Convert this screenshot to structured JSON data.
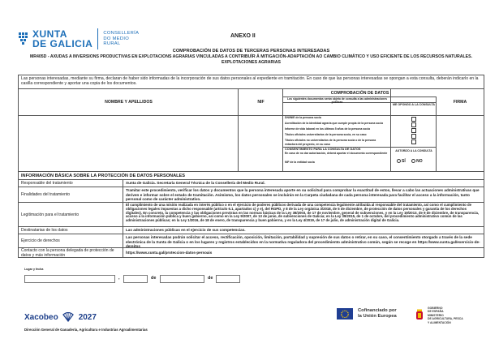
{
  "header": {
    "brand": "XUNTA DE GALICIA",
    "brand_line1": "XUNTA",
    "brand_line2": "DE GALICIA",
    "department_lines": [
      "CONSELLERÍA",
      "DO MEDIO",
      "RURAL"
    ],
    "annex": "ANEXO II"
  },
  "titles": {
    "main": "COMPROBACIÓN DE DATOS DE TERCERAS PERSONAS INTERESADAS",
    "procedure_line1": "MR405D - AXUDAS A INVERSIONS PRODUCTIVAS EN EXPLOTACIONS AGRARIAS VINCULADAS A CONTRIBUÍR Á MITIGACIÓN-ADAPTACIÓN AO CAMBIO CLIMÁTICO Y USO EFICIENTE DE LOS RECURSOS NATURALES.",
    "procedure_line2": "EXPLOTACIONES AGRARIAS"
  },
  "consent_table": {
    "intro": "Las personas interesadas, mediante su firma, declaran de haber sido informadas de la incorporación de sus datos personales al expediente en tramitación. En caso de que las personas interesadas se opongan a esta consulta, deberán indicarlo en la casilla correspondiente y aportar una copia de los documentos.",
    "col_name": "NOMBRE Y APELLIDOS",
    "col_nif": "NIF",
    "col_check": "COMPROBACIÓN DE DATOS",
    "col_check_sub": "Los siguientes documentos serán objeto de consulta a las administraciones públicas",
    "col_oppose": "ME OPONGO A LA CONSULTA",
    "col_sign": "FIRMA",
    "items": [
      "DNI/NIE de la persona socia",
      "Acreditación de la identidad agraria que cumple propia de la persona socia",
      "Informe de vida laboral en los últimos 5 años de la persona socia",
      "Títulos oficiales universitarios de la persona socia, en su caso",
      "Títulos oficiales no universitarios de la persona socia o de la persona redactora del proyecto, en su caso"
    ],
    "consent_title": "CONSENTIMIENTO PARA LA CONSULTA DE DATOS",
    "consent_text": "En caso de no dar autorización, deberá aportar el documento correspondiente",
    "consent_item": "NIF de la entidad socia",
    "authorize": "AUTORIZO A LA CONSULTA",
    "yes": "SÍ",
    "no": "NO"
  },
  "data_protection": {
    "title": "INFORMACIÓN BÁSICA SOBRE LA PROTECCIÓN DE DATOS PERSONALES",
    "rows": [
      {
        "label": "Responsable del tratamiento",
        "value": "Xunta de Galicia. Secretaría General Técnica de la Consellería del Medio Rural."
      },
      {
        "label": "Finalidades del tratamiento",
        "value": "Tramitar este procedimiento, verificar los datos y documentos que la persona interesada aporte en su solicitud para comprobar la exactitud de estos, llevar a cabo las actuaciones administrativas que deriven e informar sobre el estado de tramitación. Asimismo, los datos personales se incluirán en la Carpeta ciudadana de cada persona interesada para facilitar el acceso a la información, tanto personal como de carácter administrativo."
      },
      {
        "label": "Legitimación para el tratamiento",
        "value": "El cumplimiento de una misión realizada en interés público o en el ejercicio de poderes públicos derivada de una competencia legalmente atribuida al responsable del tratamiento, así como el cumplimiento de obligaciones legales impuestas a dicho responsable (artículo 6.1, apartados c) y e), del RGPD, y 8 de la Ley orgánica 3/2018, de 5 de diciembre, de protección de datos personales y garantía de los derechos digitales). En concreto, la competencia y las obligaciones previstas en las normas básicas de la Ley 38/2003, de 17 de noviembre, general de subvenciones, y en la Ley 19/2013, de 9 de diciembre, de transparencia, acceso a la información pública y buen gobierno, así como en la Ley 9/2007, de 13 de junio, de subvenciones de Galicia; en la Ley 39/2015, de 1 de octubre, del procedimiento administrativo común de las administraciones públicas; en la Ley 1/2016, de 18 de enero, de transparencia y buen gobierno, y en la Ley 4/2019, de 17 de julio, de administración digital de Galicia."
      },
      {
        "label": "Destinatarias de los datos",
        "value": "Las administraciones públicas en el ejercicio de sus competencias."
      },
      {
        "label": "Ejercicio de derechos",
        "value": "Las personas interesadas podrán solicitar el acceso, rectificación, oposición, limitación, portabilidad y supresión de sus datos o retirar, en su caso, el consentimiento otorgado a través de la sede electrónica de la Xunta de Galicia o en los lugares y registros establecidos en la normativa reguladora del procedimiento administrativo común, según se recoge en https://www.xunta.gal/exercicio-de-dereitos"
      },
      {
        "label": "Contacto con la persona delegada de protección de datos y más información",
        "value": "https://www.xunta.gal/proteccion-datos-persoais"
      }
    ]
  },
  "signature": {
    "place_date_label": "Lugar y fecha",
    "sep_comma": ",",
    "sep_de1": "de",
    "sep_de2": "de"
  },
  "footer": {
    "xacobeo": "Xacobeo",
    "year": "2027",
    "direction": "Dirección General de Ganadería, Agricultura e Industrias Agroalimentarias",
    "eu_line1": "Cofinanciado por",
    "eu_line2": "la Unión Europea",
    "es_lines": [
      "GOBIERNO",
      "DE ESPAÑA",
      "MINISTERIO",
      "DE AGRICULTURA, PESCA",
      "Y ALIMENTACIÓN"
    ]
  },
  "colors": {
    "brand_blue": "#1d6fb8",
    "eu_blue": "#1f3e93",
    "eu_yellow": "#ffcc00"
  }
}
